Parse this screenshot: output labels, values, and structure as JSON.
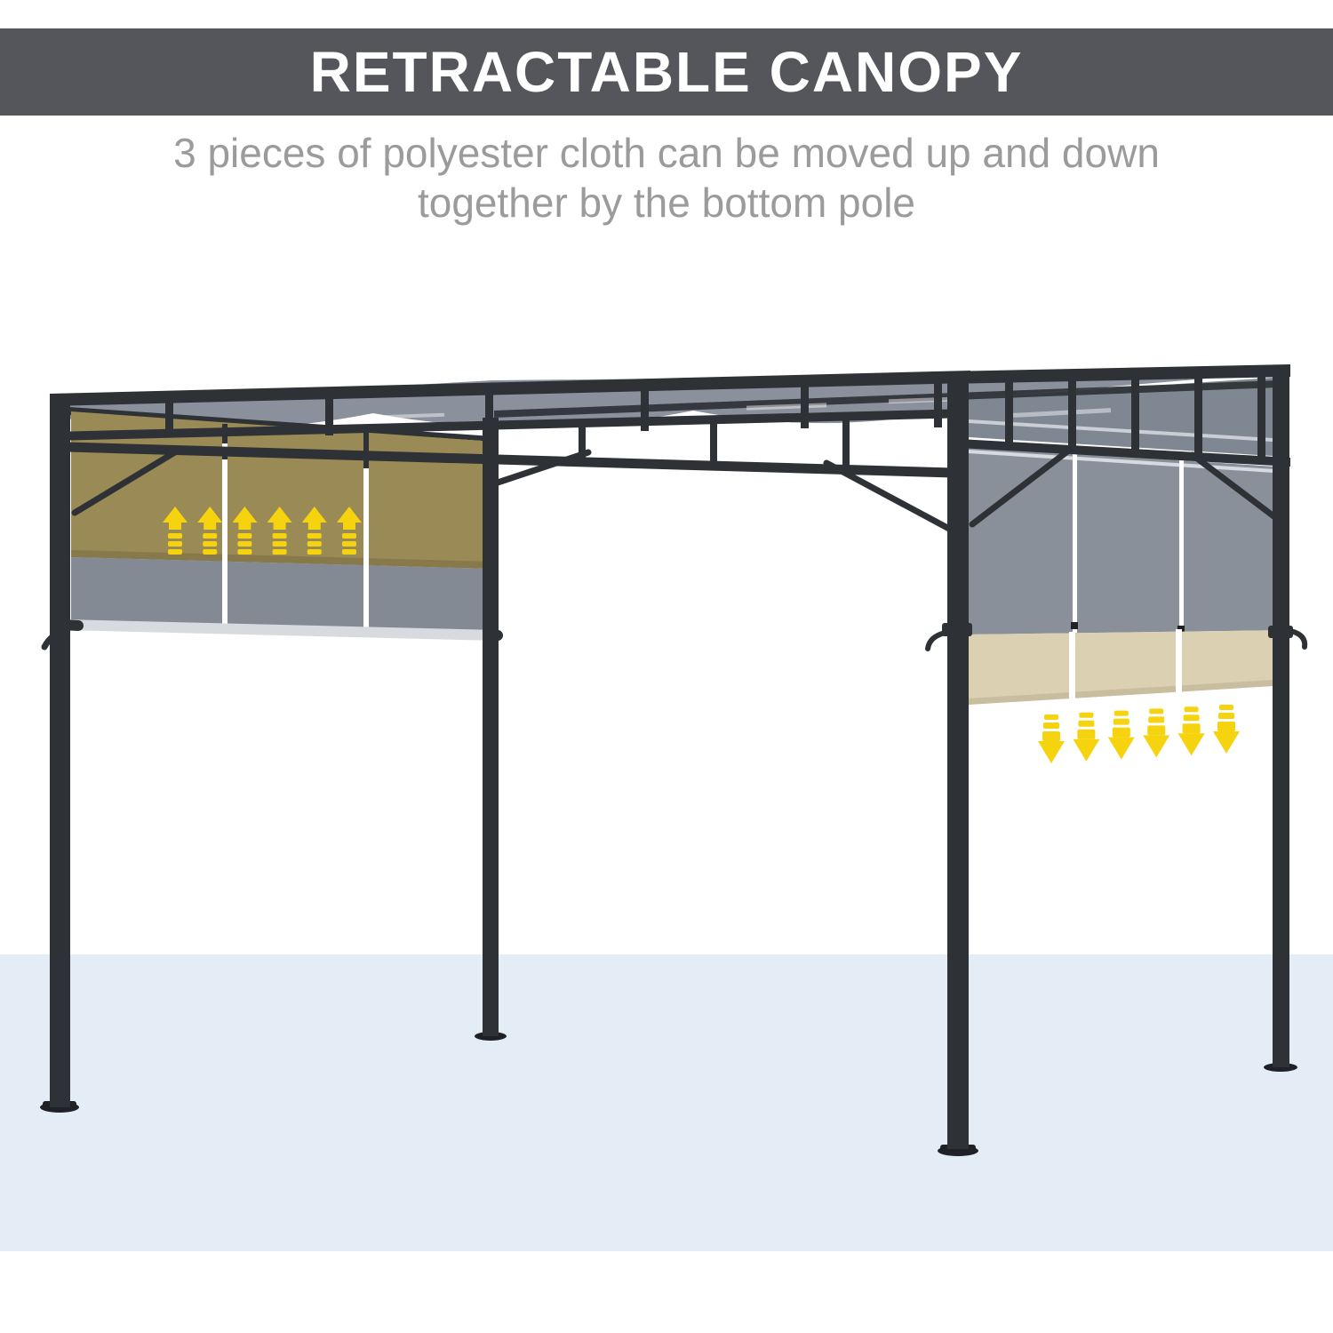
{
  "header": {
    "title": "RETRACTABLE CANOPY"
  },
  "subtitle": {
    "line1": "3 pieces of polyester cloth can be moved up and down",
    "line2": "together by the bottom pole"
  },
  "illustration": {
    "description": "3D render of a black steel pergola with retractable sliding canopy panels",
    "left_side": {
      "state": "retracted (moved up)",
      "panel_count": 3,
      "arrow_direction": "up",
      "arrow_count": 6
    },
    "right_side": {
      "state": "extended (moved down)",
      "panel_count": 3,
      "arrow_direction": "down",
      "arrow_count": 6
    }
  },
  "colors": {
    "header_bg": "#54565B",
    "header_text": "#FFFFFF",
    "subtitle_text": "#9B9B9B",
    "frame": "#2E3237",
    "canopy": "#8A919C",
    "canopy_dark": "#7F8792",
    "tan": "#9A8A55",
    "tan_dark": "#88794A",
    "left_gray": "#848A93",
    "curtain": "#8A9099",
    "beige": "#DCD0B3",
    "beige_dark": "#C9BD9F",
    "silver": "#D7DBE0",
    "arrow": "#F6D30F",
    "floor": "#E4EDF6",
    "base": "#1F2126"
  }
}
